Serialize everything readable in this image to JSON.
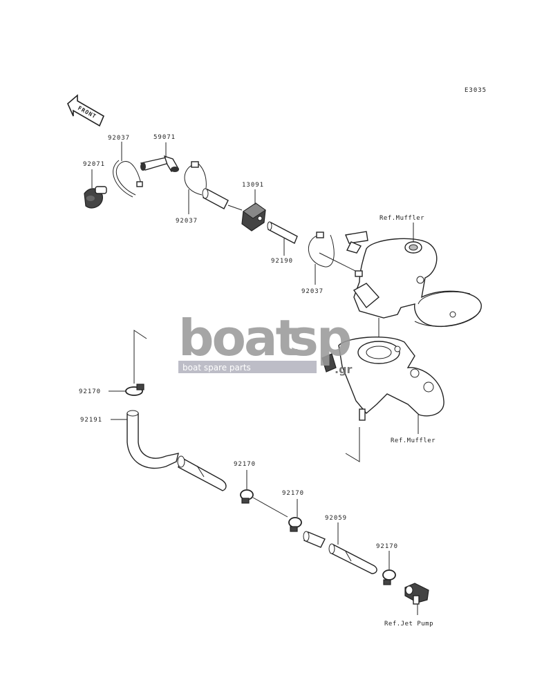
{
  "diagram_code": "E3035",
  "front_label": "FRONT",
  "watermark": {
    "brand": "boatsp",
    "brand_a": "boat",
    "brand_b": "sp",
    "domain_suffix": ".gr",
    "tagline": "boat spare parts"
  },
  "part_labels": {
    "p92071": "92071",
    "p92037a": "92037",
    "p59071": "59071",
    "p92037b": "92037",
    "p13091": "13091",
    "p92190": "92190",
    "p92037c": "92037",
    "p92170a": "92170",
    "p92191": "92191",
    "p92170b": "92170",
    "p92170c": "92170",
    "p92059": "92059",
    "p92170d": "92170"
  },
  "ref_labels": {
    "muffler_top": "Ref.Muffler",
    "muffler_bottom": "Ref.Muffler",
    "jet_pump": "Ref.Jet Pump"
  },
  "colors": {
    "line": "#222222",
    "watermark": "#9a9a9a",
    "watermark_band": "#b5b5c0"
  }
}
